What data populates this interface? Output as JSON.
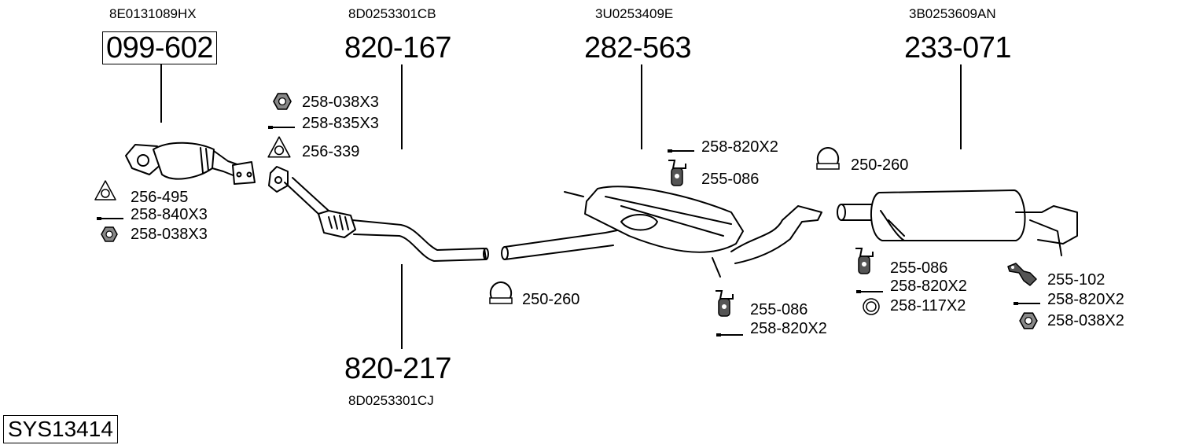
{
  "groups": [
    {
      "oem": "8E0131089HX",
      "part": "099-602"
    },
    {
      "oem": "8D0253301CB",
      "part": "820-167"
    },
    {
      "oem": "3U0253409E",
      "part": "282-563"
    },
    {
      "oem": "3B0253609AN",
      "part": "233-071"
    },
    {
      "oem": "8D0253301CJ",
      "part": "820-217"
    }
  ],
  "fittings": [
    {
      "icon": "gasket-icon",
      "label": "256-495"
    },
    {
      "icon": "bolt-icon",
      "label": "258-840X3"
    },
    {
      "icon": "nut-icon",
      "label": "258-038X3"
    },
    {
      "icon": "nut-icon",
      "label": "258-038X3"
    },
    {
      "icon": "bolt-icon",
      "label": "258-835X3"
    },
    {
      "icon": "gasket-icon",
      "label": "256-339"
    },
    {
      "icon": "clamp-icon",
      "label": "250-260"
    },
    {
      "icon": "bolt-icon",
      "label": "258-820X2"
    },
    {
      "icon": "rubber-mount-icon",
      "label": "255-086"
    },
    {
      "icon": "rubber-mount-icon",
      "label": "255-086"
    },
    {
      "icon": "bolt-icon",
      "label": "258-820X2"
    },
    {
      "icon": "clamp-icon",
      "label": "250-260"
    },
    {
      "icon": "rubber-mount-icon",
      "label": "255-086"
    },
    {
      "icon": "bolt-icon",
      "label": "258-820X2"
    },
    {
      "icon": "ring-icon",
      "label": "258-117X2"
    },
    {
      "icon": "bracket-icon",
      "label": "255-102"
    },
    {
      "icon": "bolt-icon",
      "label": "258-820X2"
    },
    {
      "icon": "nut-icon",
      "label": "258-038X2"
    }
  ],
  "system_id": "SYS13414"
}
